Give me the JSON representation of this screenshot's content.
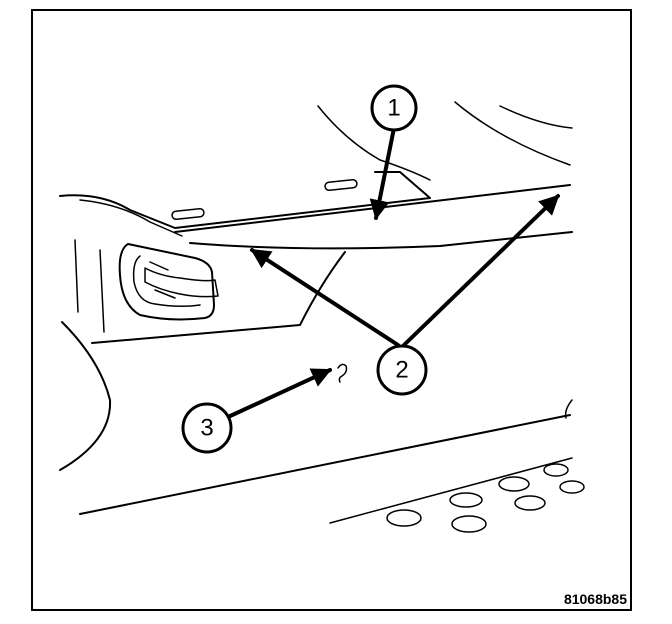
{
  "callouts": [
    {
      "label": "1"
    },
    {
      "label": "2"
    },
    {
      "label": "3"
    }
  ],
  "figure_code": "81068b85"
}
